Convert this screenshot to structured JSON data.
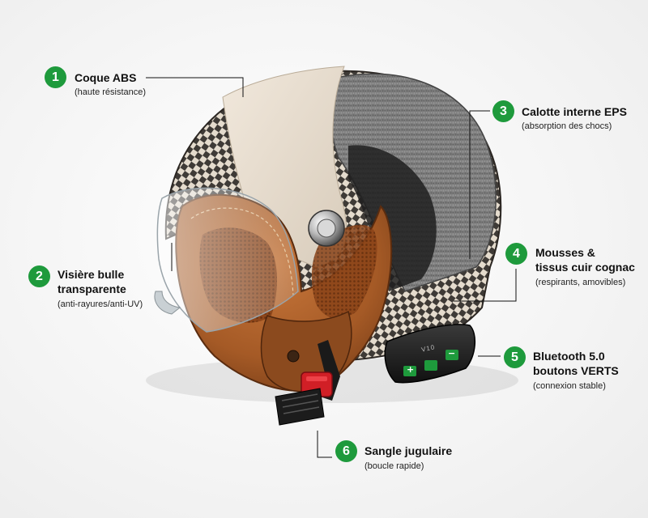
{
  "accent_color": "#1e9a3c",
  "device_label": "V10",
  "callouts": [
    {
      "number": "1",
      "title": [
        "Coque ABS"
      ],
      "subtitle": "(haute résistance)"
    },
    {
      "number": "2",
      "title": [
        "Visière bulle",
        "transparente"
      ],
      "subtitle": "(anti-rayures/anti-UV)"
    },
    {
      "number": "3",
      "title": [
        "Calotte interne EPS"
      ],
      "subtitle": "(absorption des chocs)"
    },
    {
      "number": "4",
      "title": [
        "Mousses &",
        "tissus cuir cognac"
      ],
      "subtitle": "(respirants, amovibles)"
    },
    {
      "number": "5",
      "title": [
        "Bluetooth 5.0",
        "boutons VERTS"
      ],
      "subtitle": "(connexion stable)"
    },
    {
      "number": "6",
      "title": [
        "Sangle jugulaire"
      ],
      "subtitle": "(boucle rapide)"
    }
  ],
  "buttons": [
    "+",
    "−"
  ]
}
